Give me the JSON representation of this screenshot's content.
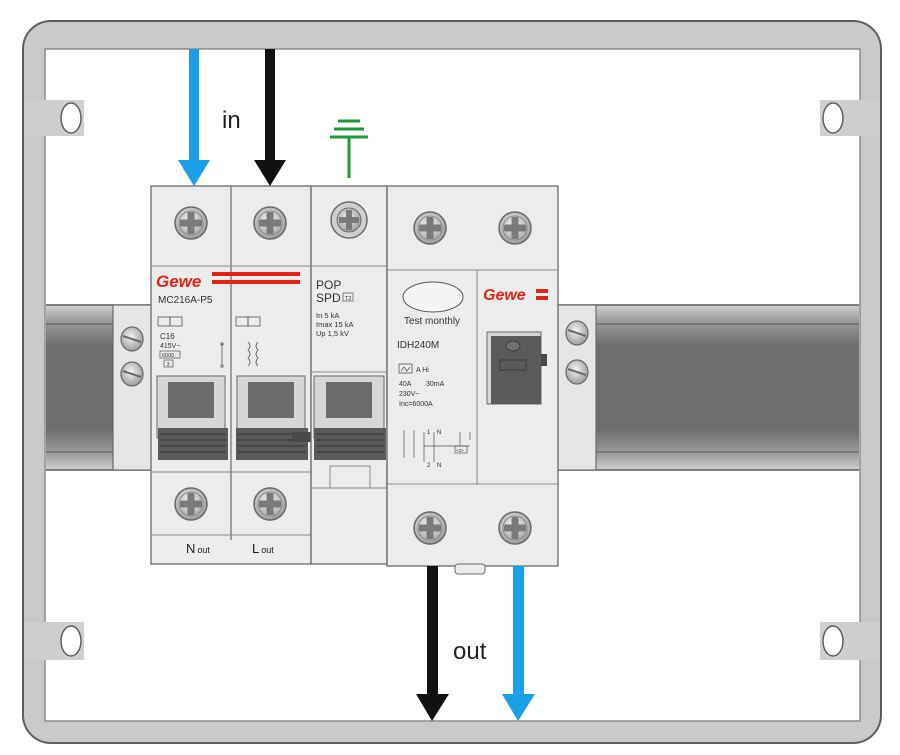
{
  "labels": {
    "in": "in",
    "out": "out",
    "n_out": "N",
    "l_out": "L",
    "out_sub": "out"
  },
  "breaker": {
    "brand": "Gewe",
    "model": "MC216A-P5",
    "rating": "C16",
    "voltage": "415V~",
    "cap_code": "6000",
    "cap_class": "3"
  },
  "spd": {
    "line1": "POP",
    "line2": "SPD",
    "type_mark": "T2",
    "spec1": "In 5 kA",
    "spec2": "Imax 15 kA",
    "spec3": "Up 1,5 kV"
  },
  "rcd": {
    "test_label": "Test monthly",
    "model": "IDH240M",
    "type": "A Hi",
    "rating": "40A",
    "sensitivity": "30mA",
    "voltage": "230V~",
    "inc": "Inc=6000A",
    "brand": "Gewe",
    "diag_1": "1",
    "diag_n1": "N",
    "diag_2": "2",
    "diag_n2": "N",
    "diag_box": "<3>"
  },
  "colors": {
    "neutral_arrow": "#1aa0e6",
    "live_arrow": "#111111",
    "earth": "#1f9a3a",
    "brand_red": "#e2231a",
    "rail": "#8a8a8a",
    "module_body": "#ebebeb"
  },
  "icons": [
    "neutral-in-arrow",
    "live-in-arrow",
    "earth-symbol",
    "live-out-arrow",
    "neutral-out-arrow",
    "terminal-screw-icon",
    "mounting-hole-icon"
  ]
}
